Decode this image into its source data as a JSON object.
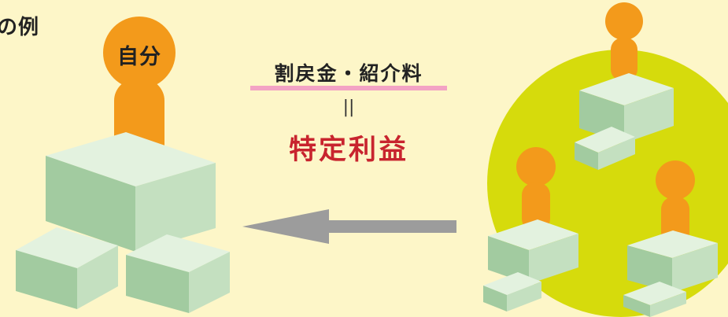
{
  "diagram": {
    "heading": "の例",
    "self_label": "自分",
    "rebate_label": "割戻金・紹介料",
    "equals_sign": "||",
    "profit_label": "特定利益"
  },
  "colors": {
    "background": "#fdf6c8",
    "person": "#f39a1b",
    "box_front": "#a2cba0",
    "box_top": "#e3f2df",
    "box_side": "#c4e0c0",
    "circle": "#d6db0c",
    "arrow": "#9c9c9c",
    "profit_text": "#c8242e",
    "underline": "#f3a3c4"
  }
}
